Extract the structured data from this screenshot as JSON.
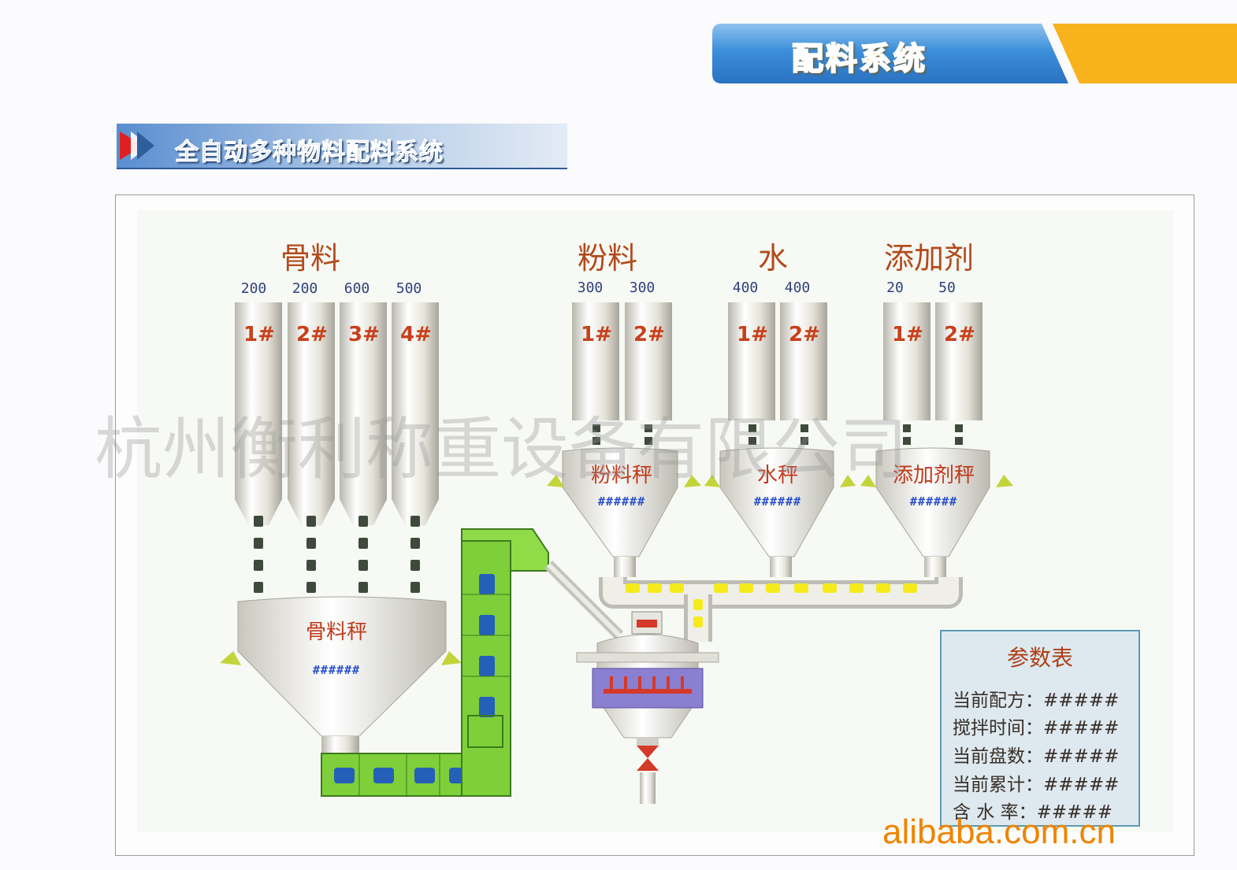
{
  "header": {
    "banner_title": "配料系统"
  },
  "section": {
    "title": "全自动多种物料配料系统"
  },
  "diagram": {
    "groups": [
      {
        "title": "骨料",
        "capacities": [
          "200",
          "200",
          "600",
          "500"
        ],
        "silos": [
          "1#",
          "2#",
          "3#",
          "4#"
        ]
      },
      {
        "title": "粉料",
        "capacities": [
          "300",
          "300"
        ],
        "silos": [
          "1#",
          "2#"
        ]
      },
      {
        "title": "水",
        "capacities": [
          "400",
          "400"
        ],
        "silos": [
          "1#",
          "2#"
        ]
      },
      {
        "title": "添加剂",
        "capacities": [
          "20",
          "50"
        ],
        "silos": [
          "1#",
          "2#"
        ]
      }
    ],
    "scales": {
      "powder": {
        "label": "粉料秤",
        "value": "######"
      },
      "water": {
        "label": "水秤",
        "value": "######"
      },
      "additive": {
        "label": "添加剂秤",
        "value": "######"
      },
      "aggregate": {
        "label": "骨料秤",
        "value": "######"
      }
    }
  },
  "params": {
    "title": "参数表",
    "rows": [
      {
        "label": "当前配方：",
        "value": "#####"
      },
      {
        "label": "搅拌时间：",
        "value": "#####"
      },
      {
        "label": "当前盘数：",
        "value": "#####"
      },
      {
        "label": "当前累计：",
        "value": "#####"
      },
      {
        "label": "含 水 率：",
        "value": "#####"
      }
    ]
  },
  "watermark": "杭州衡利称重设备有限公司",
  "site_logo": "alibaba.com.cn",
  "colors": {
    "banner_blue": "#2f7fd0",
    "banner_yellow": "#f7b21c",
    "conveyor_green": "#7fcf3a",
    "label_red": "#c0391a",
    "cap_blue": "#31407c"
  }
}
